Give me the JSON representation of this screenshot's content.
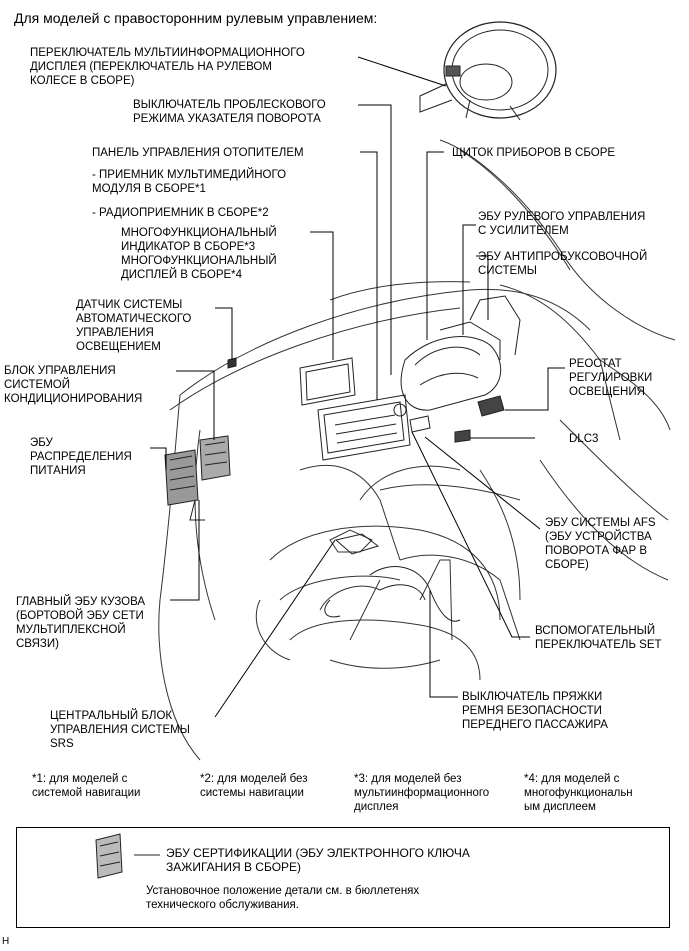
{
  "header": "Для моделей с правосторонним рулевым управлением:",
  "labels": {
    "multi_display_switch": "ПЕРЕКЛЮЧАТЕЛЬ МУЛЬТИИНФОРМАЦИОННОГО\nДИСПЛЕЯ (ПЕРЕКЛЮЧАТЕЛЬ НА РУЛЕВОМ\nКОЛЕСЕ В СБОРЕ)",
    "hazard_switch": "ВЫКЛЮЧАТЕЛЬ ПРОБЛЕСКОВОГО\nРЕЖИМА УКАЗАТЕЛЯ ПОВОРОТА",
    "heater_panel": "ПАНЕЛЬ УПРАВЛЕНИЯ ОТОПИТЕЛЕМ",
    "multimedia_receiver": "- ПРИЕМНИК МУЛЬТИМЕДИЙНОГО\nМОДУЛЯ В СБОРЕ*1",
    "radio_receiver": "- РАДИОПРИЕМНИК В СБОРЕ*2",
    "multi_indicator": "МНОГОФУНКЦИОНАЛЬНЫЙ\nИНДИКАТОР В СБОРЕ*3\nМНОГОФУНКЦИОНАЛЬНЫЙ\nДИСПЛЕЙ В СБОРЕ*4",
    "light_sensor": "ДАТЧИК СИСТЕМЫ\nАВТОМАТИЧЕСКОГО\nУПРАВЛЕНИЯ\nОСВЕЩЕНИЕМ",
    "ac_unit": "БЛОК УПРАВЛЕНИЯ\nСИСТЕМОЙ\nКОНДИЦИОНИРОВАНИЯ",
    "power_distribution_ecu": "ЭБУ\nРАСПРЕДЕЛЕНИЯ\nПИТАНИЯ",
    "main_body_ecu": "ГЛАВНЫЙ ЭБУ КУЗОВА\n(БОРТОВОЙ ЭБУ СЕТИ\nМУЛЬТИПЛЕКСНОЙ\nСВЯЗИ)",
    "srs_unit": "ЦЕНТРАЛЬНЫЙ БЛОК\nУПРАВЛЕНИЯ СИСТЕМЫ\nSRS",
    "instrument_cluster": "ЩИТОК ПРИБОРОВ В СБОРЕ",
    "power_steering_ecu": "ЭБУ РУЛЕВОГО УПРАВЛЕНИЯ\nС УСИЛИТЕЛЕМ",
    "antislip_ecu": "ЭБУ АНТИПРОБУКСОВОЧНОЙ\nСИСТЕМЫ",
    "rheostat": "РЕОСТАТ\nРЕГУЛИРОВКИ\nОСВЕЩЕНИЯ",
    "dlc3": "DLC3",
    "afs_ecu": "ЭБУ СИСТЕМЫ AFS\n(ЭБУ УСТРОЙСТВА\nПОВОРОТА ФАР В\nСБОРЕ)",
    "aux_switch": "ВСПОМОГАТЕЛЬНЫЙ\nПЕРЕКЛЮЧАТЕЛЬ SET",
    "seatbelt_switch": "ВЫКЛЮЧАТЕЛЬ ПРЯЖКИ\nРЕМНЯ БЕЗОПАСНОСТИ\nПЕРЕДНЕГО ПАССАЖИРА"
  },
  "footnotes": [
    "*1: для моделей с\nсистемой навигации",
    "*2: для моделей без\nсистемы навигации",
    "*3: для моделей без\nмультиинформационного\nдисплея",
    "*4: для моделей с\nмногофункциональн\nым дисплеем"
  ],
  "box": {
    "title": "ЭБУ СЕРТИФИКАЦИИ (ЭБУ ЭЛЕКТРОННОГО КЛЮЧА\nЗАЖИГАНИЯ В СБОРЕ)",
    "note": "Установочное положение детали см. в бюллетенях\nтехнического обслуживания."
  },
  "corner_mark": "H"
}
